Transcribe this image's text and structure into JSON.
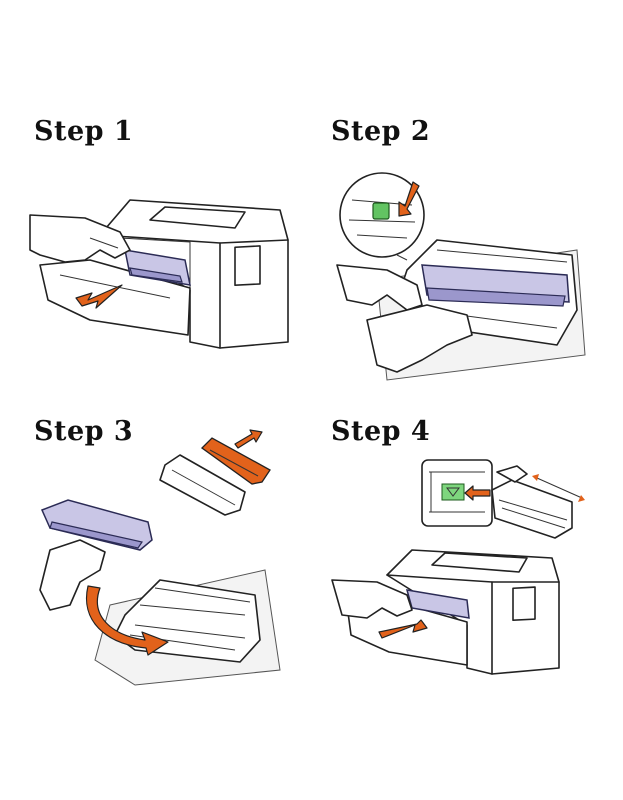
{
  "steps": [
    {
      "title": "Step 1"
    },
    {
      "title": "Step 2"
    },
    {
      "title": "Step 3"
    },
    {
      "title": "Step 4"
    }
  ],
  "colors": {
    "accent_arrow": "#e2621b",
    "drum_unit": "#c9c6e6",
    "lever_green": "#62c462",
    "toner_orange": "#e2621b"
  },
  "icons": [
    "printer-illustration",
    "hand-illustration",
    "drum-unit-illustration",
    "toner-cartridge-illustration",
    "orange-arrow-icon",
    "green-lever-icon"
  ]
}
